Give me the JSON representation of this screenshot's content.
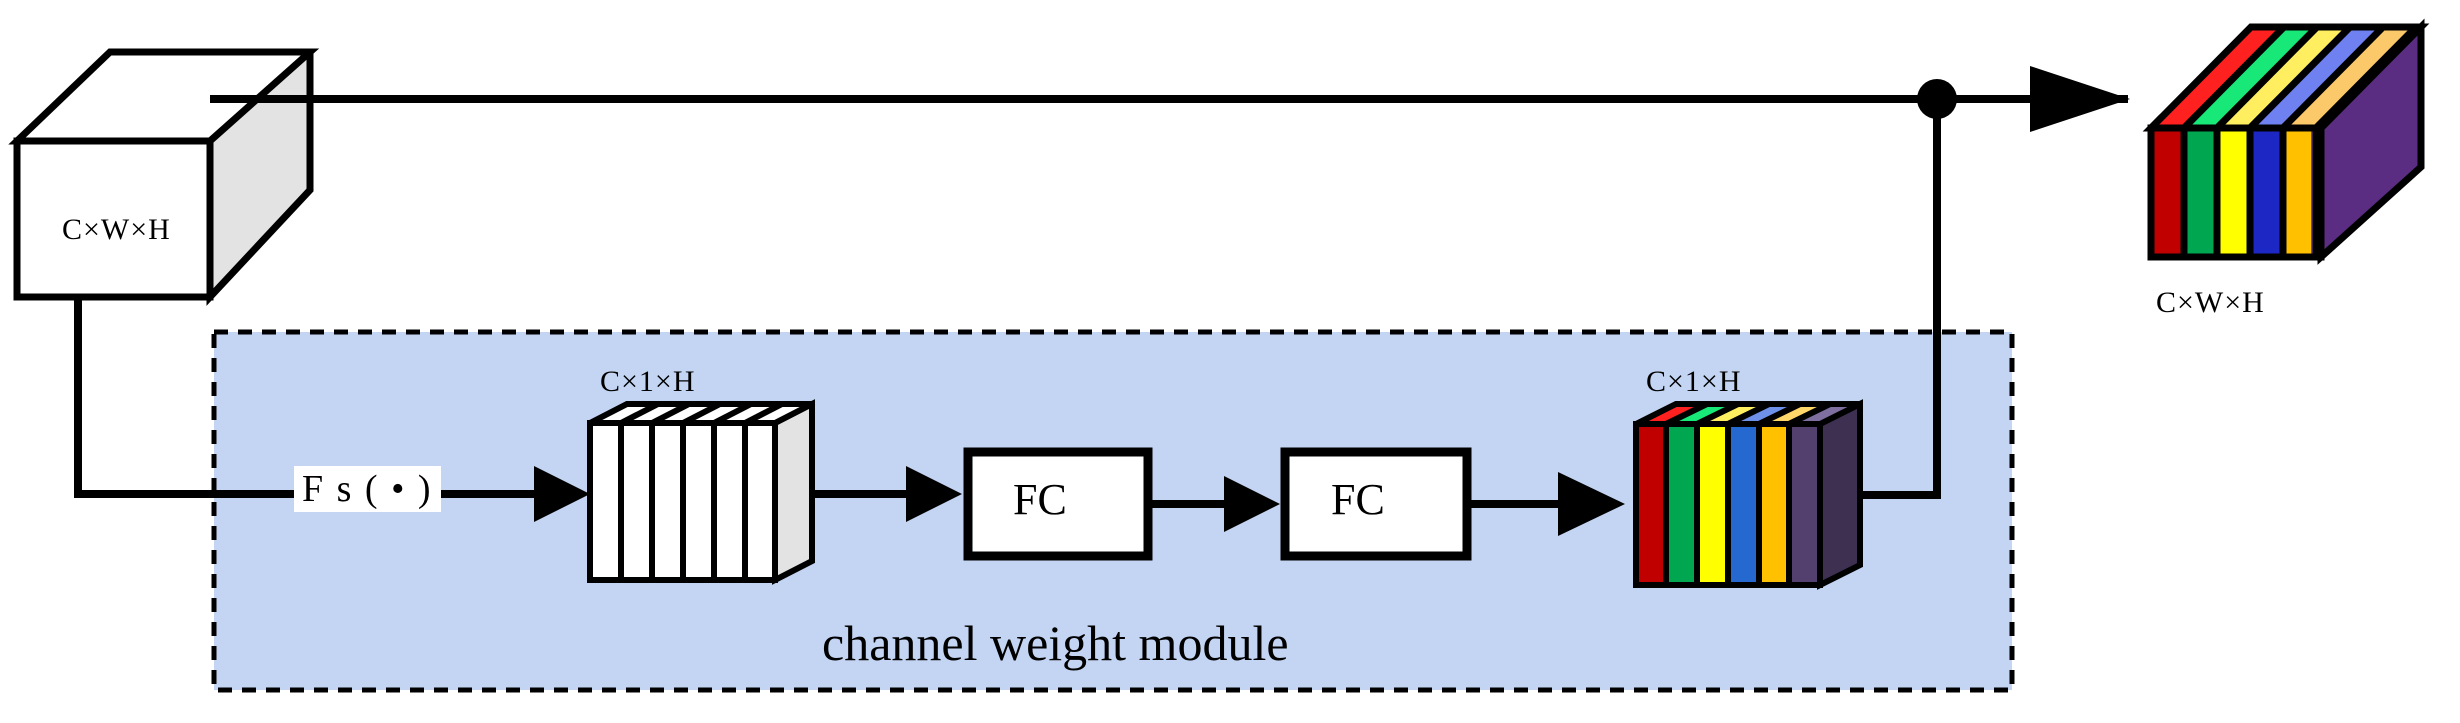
{
  "diagram": {
    "title_label": "channel weight module",
    "input_tensor": {
      "name": "input-feature-map",
      "dim_label": "C×W×H"
    },
    "output_tensor": {
      "name": "output-feature-map",
      "dim_label": "C×W×H"
    },
    "squeeze_op": {
      "label": "F s ( • )"
    },
    "pooled_tensor": {
      "dim_label": "C×1×H"
    },
    "weight_tensor": {
      "dim_label": "C×1×H"
    },
    "fc_blocks": [
      {
        "label": "FC"
      },
      {
        "label": "FC"
      }
    ],
    "colors": {
      "module_fill": "#c3d5f2",
      "module_border": "#000000",
      "cube_side_gray": "#e3e3e3",
      "stroke": "#000000",
      "white": "#ffffff",
      "channels_front": [
        "#c00000",
        "#00a650",
        "#ffff00",
        "#1c27c4",
        "#ffc000",
        "#7d3cae"
      ],
      "channels_top": [
        "#ff2020",
        "#18e878",
        "#ffef60",
        "#6f80f0",
        "#fcc96a",
        "#a472d4"
      ],
      "channels_side": "#5b2d82",
      "weight_front": [
        "#c00000",
        "#00a650",
        "#ffff00",
        "#2468d0",
        "#ffc000",
        "#54406e"
      ],
      "weight_top": [
        "#ff2020",
        "#18e878",
        "#ffef60",
        "#6f90e8",
        "#ffd66a",
        "#7f6fa0"
      ],
      "weight_side": "#3e3050"
    }
  }
}
